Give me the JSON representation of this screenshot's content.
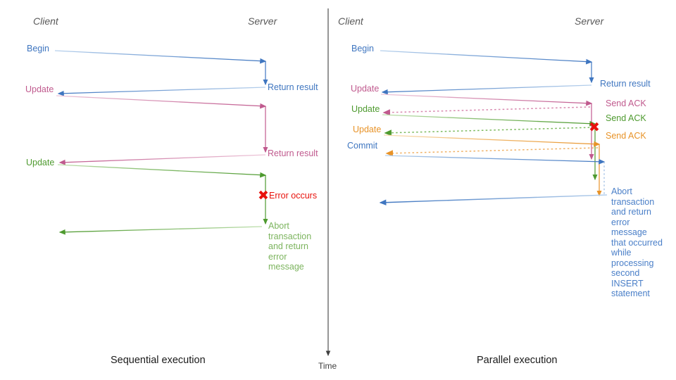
{
  "figure": {
    "title_left": "Sequential execution",
    "title_right": "Parallel execution",
    "time_axis_label": "Time"
  },
  "colors": {
    "blue": "#3f76c0",
    "blue_light": "#9cc0e8",
    "pink": "#c05a8e",
    "pink_light": "#e2a9c6",
    "green": "#4e9a2f",
    "green_light": "#a4cf8e",
    "orange": "#e89328",
    "orange_light": "#f5c98a",
    "red": "#e8120c",
    "actor_gray": "#595959",
    "axis_gray": "#3f3f3f",
    "caption_black": "#1a1a1a"
  },
  "left_panel": {
    "actors": {
      "client": "Client",
      "server": "Server"
    },
    "messages": [
      {
        "id": "begin",
        "label": "Begin",
        "color": "blue"
      },
      {
        "id": "return-1",
        "label": "Return result",
        "color": "blue"
      },
      {
        "id": "update-1",
        "label": "Update",
        "color": "pink"
      },
      {
        "id": "return-2",
        "label": "Return result",
        "color": "pink"
      },
      {
        "id": "update-2",
        "label": "Update",
        "color": "green"
      }
    ],
    "error_note": "Error occurs",
    "abort_note": "Abort transaction and return error message",
    "abort_note_lines": [
      "Abort",
      "transaction",
      "and return",
      "error message"
    ]
  },
  "right_panel": {
    "actors": {
      "client": "Client",
      "server": "Server"
    },
    "messages": [
      {
        "id": "begin",
        "label": "Begin",
        "color": "blue"
      },
      {
        "id": "return-1",
        "label": "Return result",
        "color": "blue"
      },
      {
        "id": "update-1",
        "label": "Update",
        "color": "pink"
      },
      {
        "id": "ack-1",
        "label": "Send ACK",
        "color": "pink"
      },
      {
        "id": "update-2",
        "label": "Update",
        "color": "green"
      },
      {
        "id": "ack-2",
        "label": "Send ACK",
        "color": "green"
      },
      {
        "id": "update-3",
        "label": "Update",
        "color": "orange"
      },
      {
        "id": "ack-3",
        "label": "Send ACK",
        "color": "orange"
      },
      {
        "id": "commit",
        "label": "Commit",
        "color": "blue"
      }
    ],
    "abort_note": "Abort transaction and return error message that occurred while processing second INSERT statement",
    "abort_note_lines": [
      "Abort",
      "transaction",
      "and return",
      "error message",
      "that occurred",
      "while",
      "processing",
      "second",
      "INSERT",
      "statement"
    ]
  },
  "chart_data": {
    "type": "diagram",
    "subtype": "uml-sequence-diagram",
    "panels": [
      {
        "name": "Sequential execution",
        "lifelines": [
          "Client",
          "Server"
        ],
        "steps": [
          {
            "from": "Client",
            "to": "Server",
            "label": "Begin",
            "color": "blue",
            "style": "solid"
          },
          {
            "from": "Server",
            "to": "Client",
            "label": "Return result",
            "color": "blue",
            "style": "solid"
          },
          {
            "from": "Client",
            "to": "Server",
            "label": "Update",
            "color": "pink",
            "style": "solid"
          },
          {
            "from": "Server",
            "to": "Client",
            "label": "Return result",
            "color": "pink",
            "style": "solid"
          },
          {
            "from": "Client",
            "to": "Server",
            "label": "Update",
            "color": "green",
            "style": "solid"
          },
          {
            "from": "Server",
            "to": "Server",
            "label": "Error occurs",
            "color": "red",
            "style": "marker"
          },
          {
            "from": "Server",
            "to": "Client",
            "label": "Abort transaction and return error message",
            "color": "green",
            "style": "solid"
          }
        ]
      },
      {
        "name": "Parallel execution",
        "lifelines": [
          "Client",
          "Server"
        ],
        "steps": [
          {
            "from": "Client",
            "to": "Server",
            "label": "Begin",
            "color": "blue",
            "style": "solid"
          },
          {
            "from": "Server",
            "to": "Client",
            "label": "Return result",
            "color": "blue",
            "style": "solid"
          },
          {
            "from": "Client",
            "to": "Server",
            "label": "Update",
            "color": "pink",
            "style": "solid"
          },
          {
            "from": "Server",
            "to": "Client",
            "label": "Send ACK",
            "color": "pink",
            "style": "dotted"
          },
          {
            "from": "Client",
            "to": "Server",
            "label": "Update",
            "color": "green",
            "style": "solid"
          },
          {
            "from": "Server",
            "to": "Client",
            "label": "Send ACK",
            "color": "green",
            "style": "dotted"
          },
          {
            "from": "Client",
            "to": "Server",
            "label": "Update",
            "color": "orange",
            "style": "solid"
          },
          {
            "from": "Server",
            "to": "Server",
            "label": "Error occurs",
            "color": "red",
            "style": "marker"
          },
          {
            "from": "Server",
            "to": "Client",
            "label": "Send ACK",
            "color": "orange",
            "style": "dotted"
          },
          {
            "from": "Client",
            "to": "Server",
            "label": "Commit",
            "color": "blue",
            "style": "solid"
          },
          {
            "from": "Server",
            "to": "Client",
            "label": "Abort transaction and return error message that occurred while processing second INSERT statement",
            "color": "blue",
            "style": "solid"
          }
        ]
      }
    ],
    "time_axis": {
      "label": "Time",
      "direction": "downward",
      "position": "center"
    }
  }
}
